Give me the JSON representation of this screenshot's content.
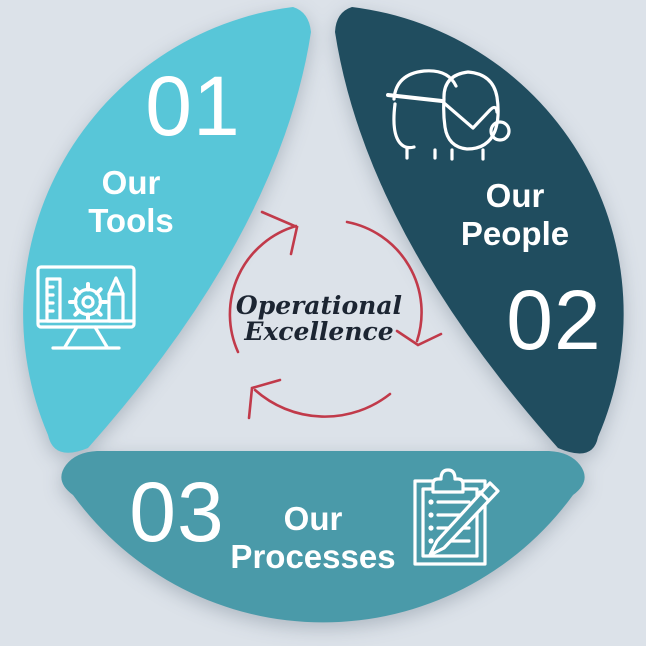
{
  "title": "Operational Excellence cycle diagram",
  "colors": {
    "background": "#dce2e9",
    "segment_tools": "#58c6d8",
    "segment_people": "#204d5f",
    "segment_processes": "#4a9aa9",
    "arrow_red": "#c13a4a",
    "center_text": "#1c2532",
    "label_white": "#ffffff"
  },
  "center": {
    "line1": "Operational",
    "line2": "Excellence"
  },
  "segments": [
    {
      "id": "tools",
      "number": "01",
      "label_line1": "Our",
      "label_line2": "Tools",
      "icon": "design-tools-monitor-icon"
    },
    {
      "id": "people",
      "number": "02",
      "label_line1": "Our",
      "label_line2": "People",
      "icon": "two-people-icon"
    },
    {
      "id": "processes",
      "number": "03",
      "label_line1": "Our",
      "label_line2": "Processes",
      "icon": "clipboard-checklist-pen-icon"
    }
  ],
  "arrows": {
    "icon": "clockwise-cycle-arrows-icon",
    "count": 3
  }
}
